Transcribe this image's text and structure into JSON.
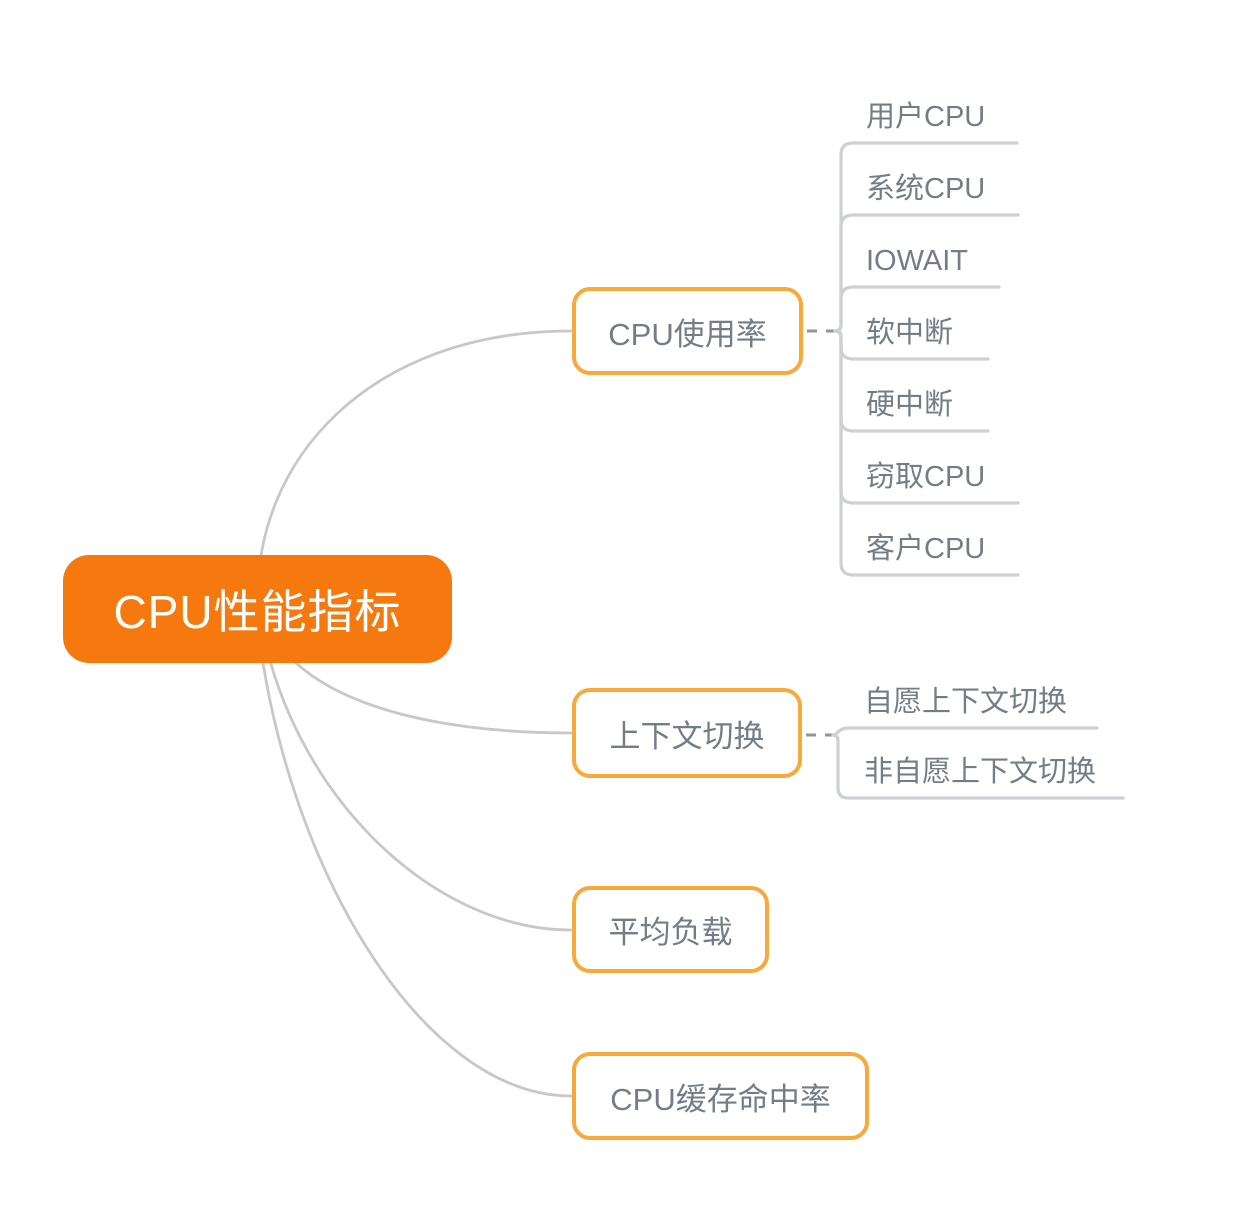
{
  "root": {
    "label": "CPU性能指标"
  },
  "branches": [
    {
      "label": "CPU使用率",
      "children": [
        "用户CPU",
        "系统CPU",
        "IOWAIT",
        "软中断",
        "硬中断",
        "窃取CPU",
        "客户CPU"
      ]
    },
    {
      "label": "上下文切换",
      "children": [
        "自愿上下文切换",
        "非自愿上下文切换"
      ]
    },
    {
      "label": "平均负载",
      "children": []
    },
    {
      "label": "CPU缓存命中率",
      "children": []
    }
  ],
  "colors": {
    "background": "#FFFFFF",
    "root_fill": "#F5790E",
    "root_text": "#FFFFFF",
    "branch_border": "#F7A93B",
    "topic_text": "#747D87",
    "connector_light": "#CDD1D5",
    "connector_curve": "#C8C8C8",
    "connector_dash": "#8E959D"
  }
}
